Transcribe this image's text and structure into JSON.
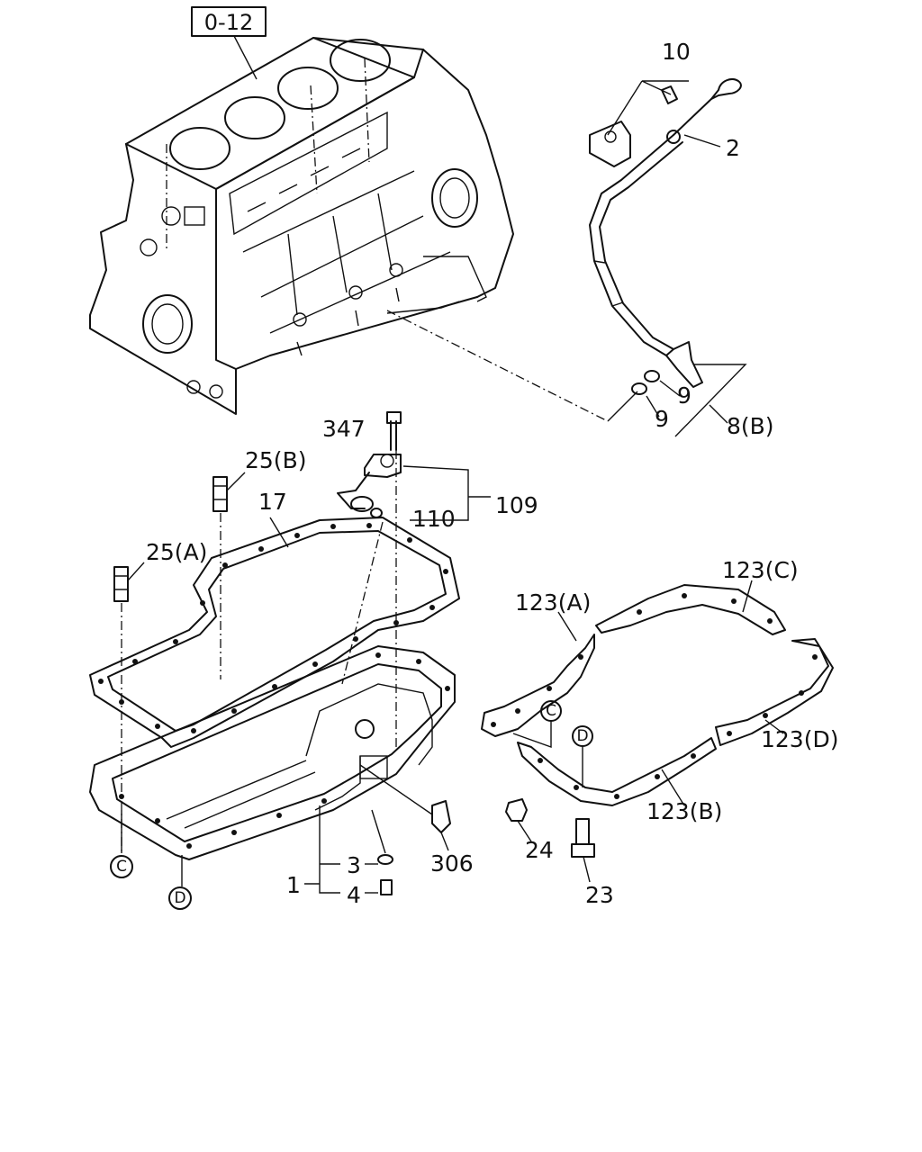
{
  "ref_box": "0-12",
  "labels": {
    "p10": "10",
    "p2": "2",
    "p9a": "9",
    "p9b": "9",
    "p8b": "8(B)",
    "p347": "347",
    "p25b": "25(B)",
    "p17": "17",
    "p109": "109",
    "p110": "110",
    "p25a": "25(A)",
    "p123a": "123(A)",
    "p123c": "123(C)",
    "p123d": "123(D)",
    "p123b": "123(B)",
    "p306": "306",
    "p3": "3",
    "p1": "1",
    "p4": "4",
    "p24": "24",
    "p23": "23"
  },
  "circled": {
    "c_left": "C",
    "d_left": "D",
    "c_gasket": "C",
    "d_gasket": "D"
  }
}
